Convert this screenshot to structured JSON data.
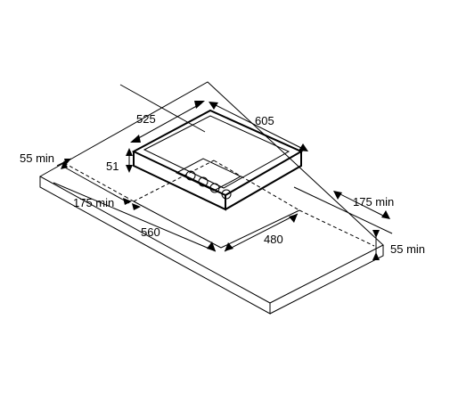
{
  "labels": {
    "hob_depth": "525",
    "hob_width": "605",
    "hob_height": "51",
    "front_min": "55 min",
    "left_side_min": "175 min",
    "cutout_width": "560",
    "cutout_depth": "480",
    "right_side_min": "175 min",
    "rear_min": "55 min"
  },
  "icons": {
    "arrowhead": "filled-triangle",
    "burner_knob": "circle"
  },
  "colors": {
    "line": "#000000",
    "background": "#ffffff"
  }
}
